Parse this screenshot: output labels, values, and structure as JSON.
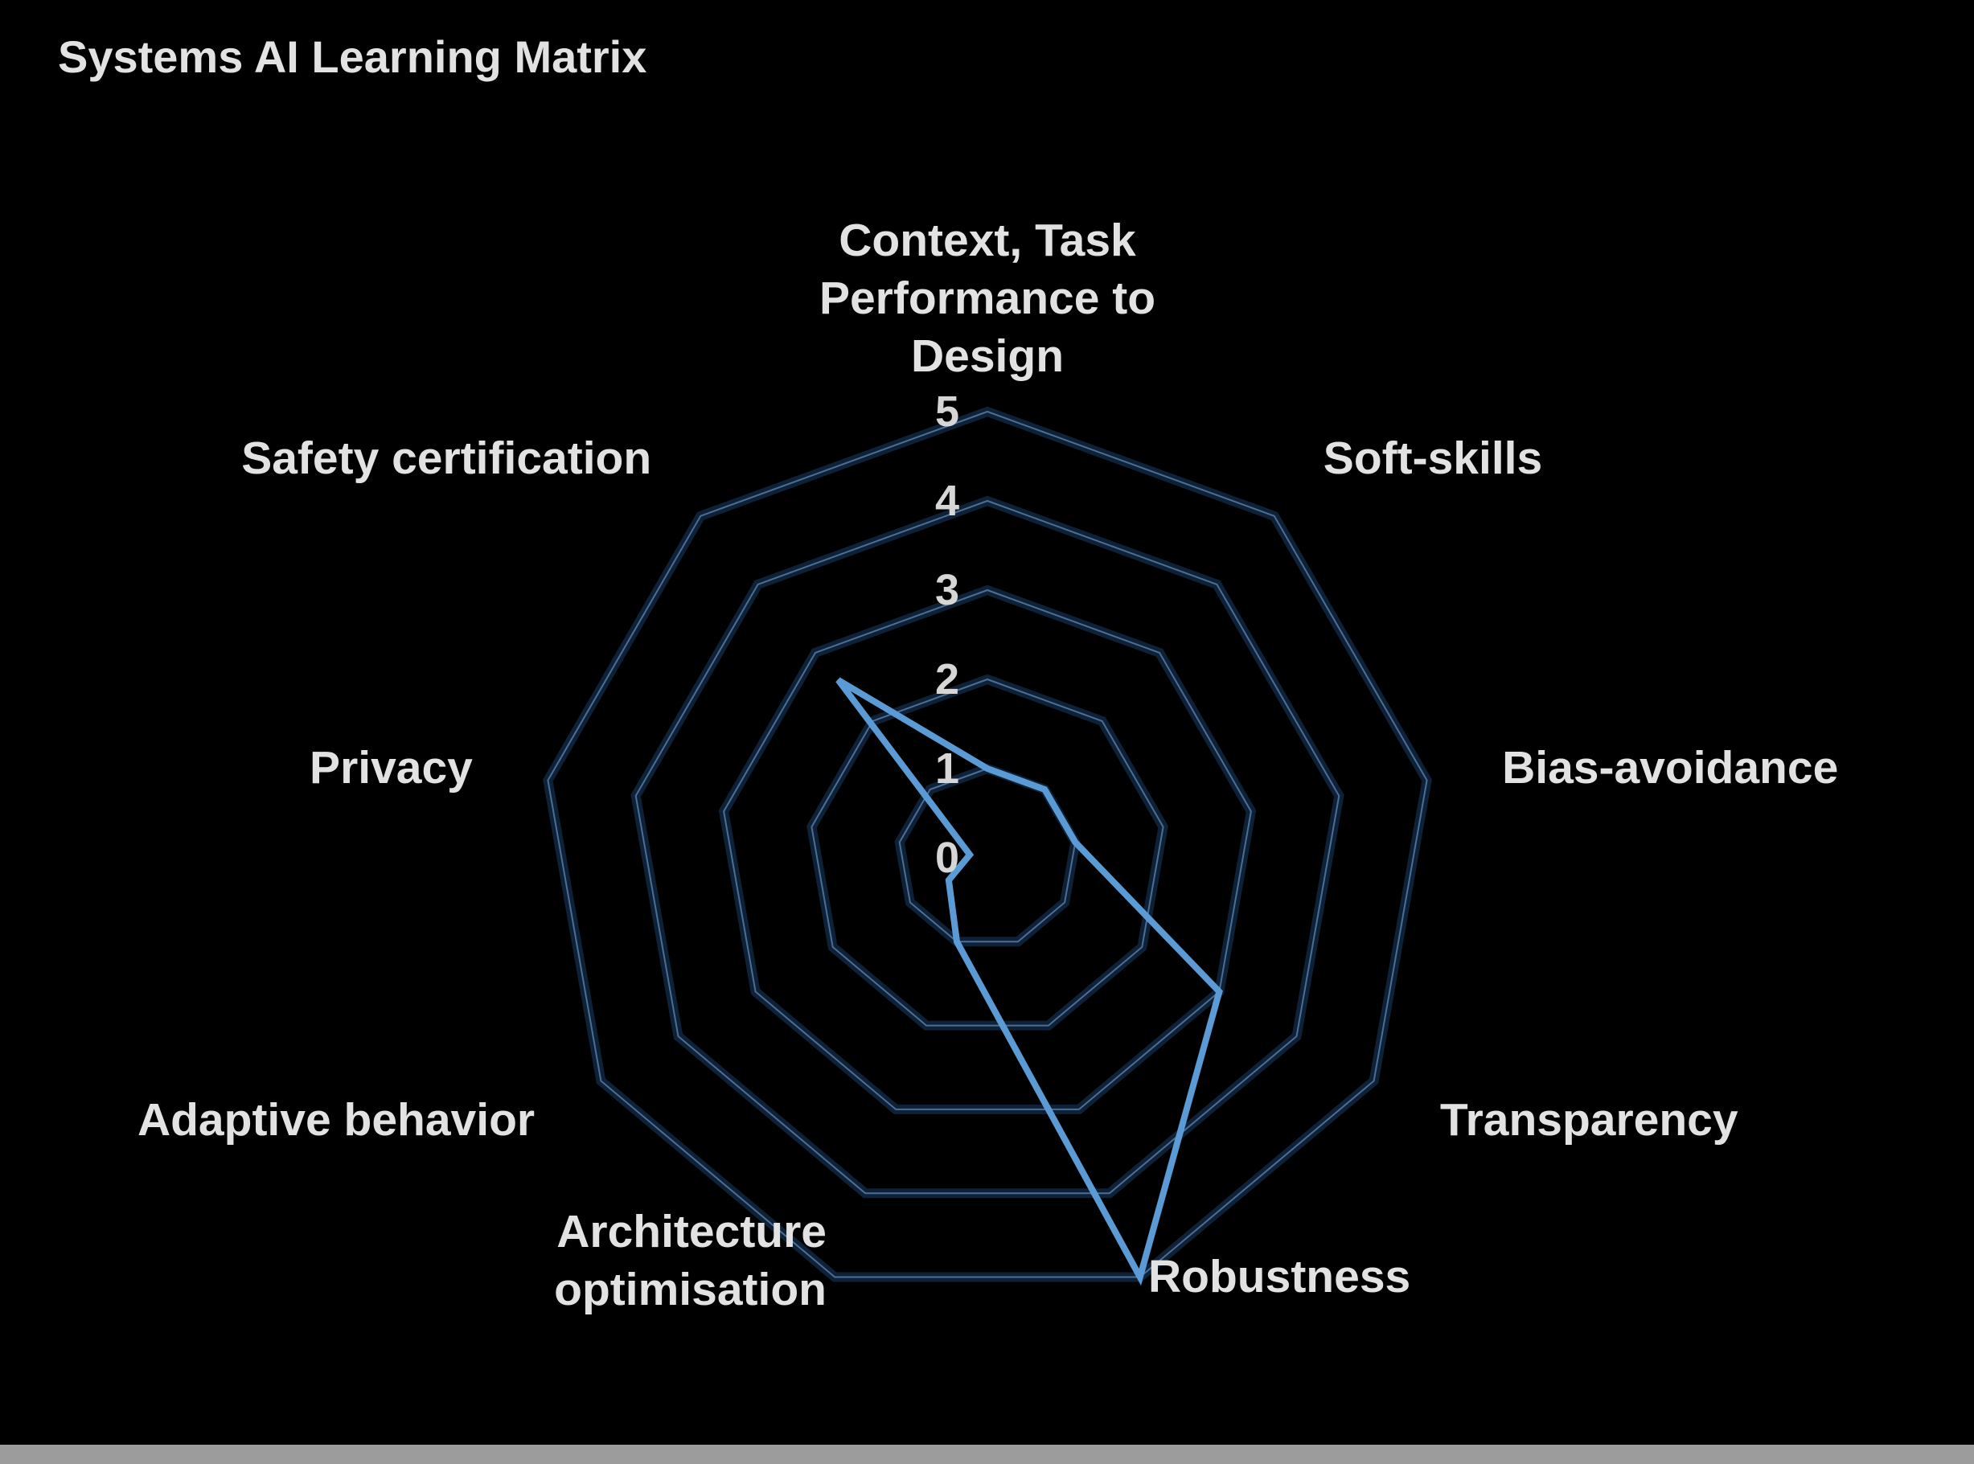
{
  "chart_data": {
    "type": "radar",
    "title": "Systems AI Learning Matrix",
    "axes": [
      [
        "Context, Task",
        "Performance  to",
        "Design"
      ],
      [
        "Soft-skills"
      ],
      [
        "Bias-avoidance"
      ],
      [
        "Transparency"
      ],
      [
        "Robustness"
      ],
      [
        "Architecture",
        "optimisation"
      ],
      [
        "Adaptive behavior"
      ],
      [
        "Privacy"
      ],
      [
        "Safety certification"
      ]
    ],
    "ticks": [
      "0",
      "1",
      "2",
      "3",
      "4",
      "5"
    ],
    "rlim": [
      0,
      5
    ],
    "series": [
      {
        "values": [
          1.0,
          1.0,
          1.0,
          3.0,
          5.0,
          1.0,
          0.5,
          0.2,
          2.6
        ]
      }
    ],
    "grid": true,
    "colors": {
      "background": "#000000",
      "series": "#5b9bd5",
      "grid": "#4a6f96",
      "grid_glow": "#1c3d63",
      "text": "#e2e2e2",
      "bottom_bar": "#9c9c9c"
    }
  }
}
